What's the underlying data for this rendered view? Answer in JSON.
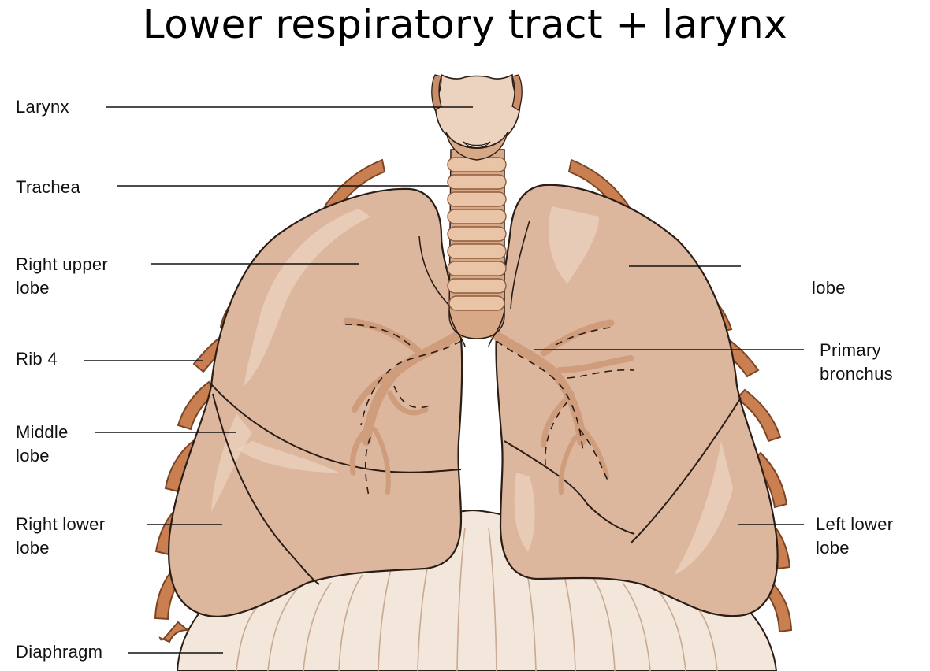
{
  "title": "Lower respiratory tract + larynx",
  "labels": {
    "larynx": "Larynx",
    "trachea": "Trachea",
    "right_upper_lobe": "Right upper\nlobe",
    "rib_4": "Rib 4",
    "middle_lobe": "Middle\nlobe",
    "right_lower_lobe": "Right lower\nlobe",
    "diaphragm": "Diaphragm",
    "left_upper_lobe": "lobe",
    "primary_bronchus": "Primary\nbronchus",
    "left_lower_lobe": "Left lower\nlobe"
  },
  "colors": {
    "lung": "#dcb79d",
    "lung_highlight": "#ecd3c0",
    "rib": "#c97f4f",
    "rib_edge": "#7a4526",
    "diaphragm": "#f3e6db",
    "trachea_ring": "#e9c4a7",
    "bronchus": "#cf9c7c",
    "outline": "#2a1d16"
  }
}
